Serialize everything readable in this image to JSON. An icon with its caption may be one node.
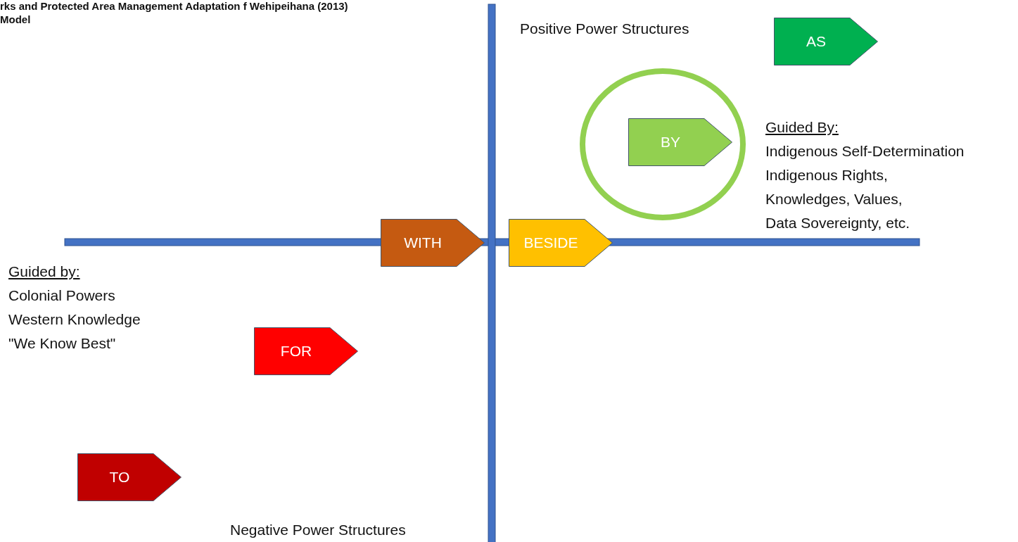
{
  "diagram": {
    "title": "rks and Protected Area Management Adaptation f Wehipeihana (2013) Model",
    "nodes": [
      {
        "text": [
          "AS"
        ]
      },
      {
        "text": [
          "BY"
        ]
      },
      {
        "text": [
          "WITH"
        ]
      },
      {
        "text": [
          "BESIDE"
        ]
      },
      {
        "text": [
          "FOR"
        ]
      },
      {
        "text": [
          "TO"
        ]
      }
    ],
    "labels": [
      "Positive Power Structures",
      "Guided By:",
      "Indigenous Self-Determination",
      "Indigenous Rights,",
      "Knowledges, Values,",
      "Data Sovereignty, etc.",
      "Guided by:",
      "Colonial Powers",
      "Western Knowledge",
      "\"We Know Best\"",
      "Negative Power Structures"
    ]
  }
}
